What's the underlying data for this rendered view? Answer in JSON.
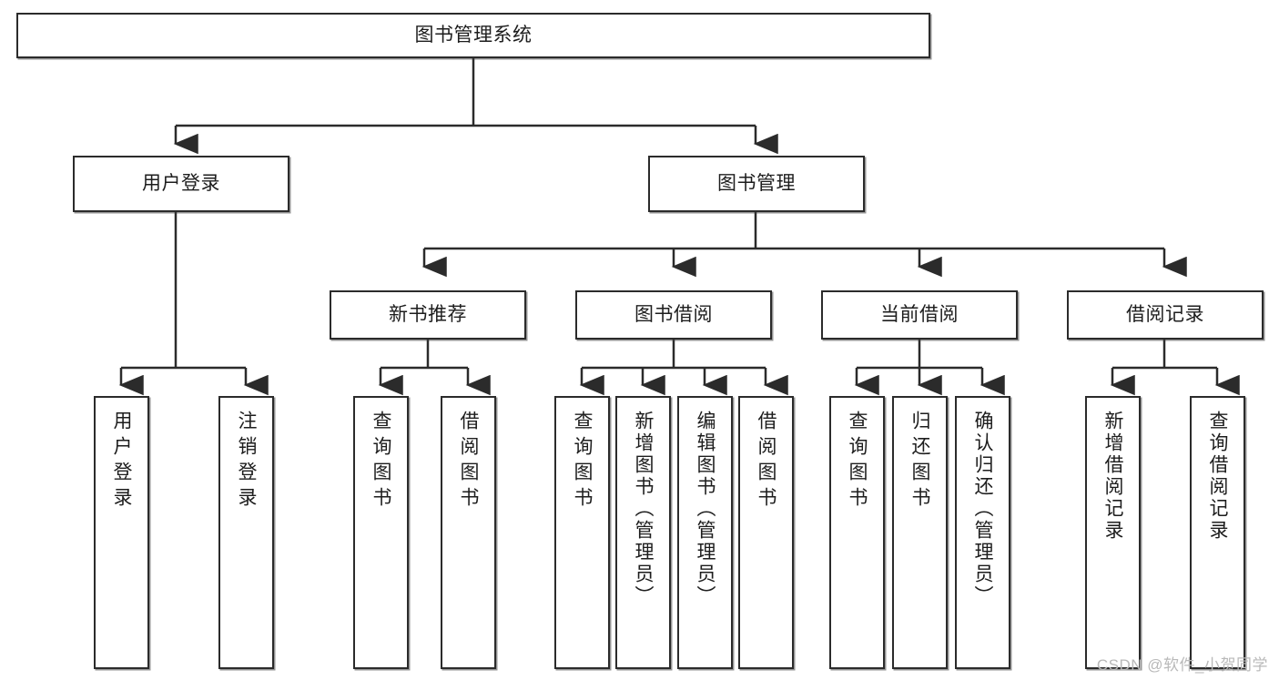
{
  "diagram": {
    "title": "图书管理系统",
    "type": "hierarchy-tree",
    "watermark": "CSDN @软件_小贺同学",
    "colors": {
      "stroke": "#2b2b2b",
      "fill": "#ffffff",
      "text": "#1d1d1d",
      "watermark": "#b9b9b9"
    },
    "levels": {
      "root": {
        "label": "图书管理系统"
      },
      "level2": [
        {
          "label": "用户登录"
        },
        {
          "label": "图书管理"
        }
      ],
      "level3": [
        {
          "label": "新书推荐"
        },
        {
          "label": "图书借阅"
        },
        {
          "label": "当前借阅"
        },
        {
          "label": "借阅记录"
        }
      ],
      "leaves": {
        "user_login": [
          {
            "label": "用户登录"
          },
          {
            "label": "注销登录"
          }
        ],
        "new_book_recommend": [
          {
            "label": "查询图书"
          },
          {
            "label": "借阅图书"
          }
        ],
        "book_borrow": [
          {
            "label": "查询图书"
          },
          {
            "label": "新增图书（管理员）"
          },
          {
            "label": "编辑图书（管理员）"
          },
          {
            "label": "借阅图书"
          }
        ],
        "current_borrow": [
          {
            "label": "查询图书"
          },
          {
            "label": "归还图书"
          },
          {
            "label": "确认归还（管理员）"
          }
        ],
        "borrow_record": [
          {
            "label": "新增借阅记录"
          },
          {
            "label": "查询借阅记录"
          }
        ]
      }
    }
  }
}
